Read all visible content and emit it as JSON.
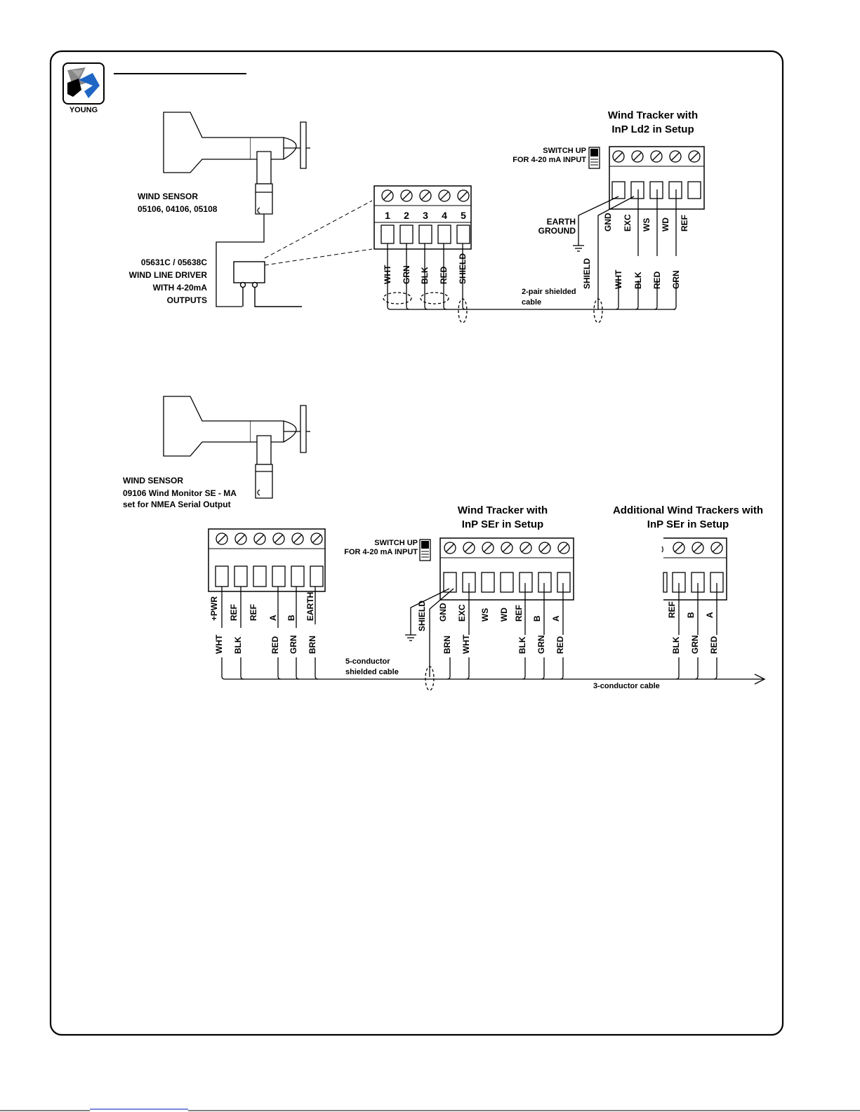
{
  "logo": {
    "text": "YOUNG"
  },
  "diagram1": {
    "sensor_label_1": "WIND SENSOR",
    "sensor_label_2": "05106, 04106, 05108",
    "driver_label_1": "05631C / 05638C",
    "driver_label_2": "WIND LINE DRIVER",
    "driver_label_3": "WITH 4-20mA",
    "driver_label_4": "OUTPUTS",
    "driver_terminals": [
      "1",
      "2",
      "3",
      "4",
      "5"
    ],
    "driver_wires": [
      "WHT",
      "GRN",
      "BLK",
      "RED",
      "SHIELD"
    ],
    "cable_label_1": "2-pair shielded",
    "cable_label_2": "cable",
    "tracker_title_1": "Wind Tracker with",
    "tracker_title_2": "InP Ld2 in Setup",
    "switch_label_1": "SWITCH UP",
    "switch_label_2": "FOR 4-20 mA INPUT",
    "earth_label_1": "EARTH",
    "earth_label_2": "GROUND",
    "tracker_terminals": [
      "GND",
      "EXC",
      "WS",
      "WD",
      "REF"
    ],
    "tracker_wires": [
      "SHIELD",
      "WHT",
      "BLK",
      "RED",
      "GRN"
    ]
  },
  "diagram2": {
    "sensor_label_1": "WIND SENSOR",
    "sensor_label_2": "09106  Wind Monitor SE - MA",
    "sensor_label_3": "set for NMEA Serial Output",
    "sensor_terminals": [
      "+PWR",
      "REF",
      "REF",
      "A",
      "B",
      "EARTH"
    ],
    "sensor_wires": [
      "WHT",
      "BLK",
      "RED",
      "GRN",
      "BRN"
    ],
    "cable5_label_1": "5-conductor",
    "cable5_label_2": "shielded cable",
    "tracker_title_1": "Wind Tracker with",
    "tracker_title_2": "InP SEr in Setup",
    "switch_label_1": "SWITCH UP",
    "switch_label_2": "FOR 4-20 mA INPUT",
    "tracker_terminals": [
      "GND",
      "EXC",
      "WS",
      "WD",
      "REF",
      "B",
      "A"
    ],
    "shield_label": "SHIELD",
    "tracker_wires": [
      "BRN",
      "WHT",
      "BLK",
      "GRN",
      "RED"
    ],
    "additional_title_1": "Additional Wind Trackers with",
    "additional_title_2": "InP SEr in Setup",
    "additional_terminals": [
      "REF",
      "B",
      "A"
    ],
    "additional_wires": [
      "BLK",
      "GRN",
      "RED"
    ],
    "cable3_label": "3-conductor cable"
  }
}
